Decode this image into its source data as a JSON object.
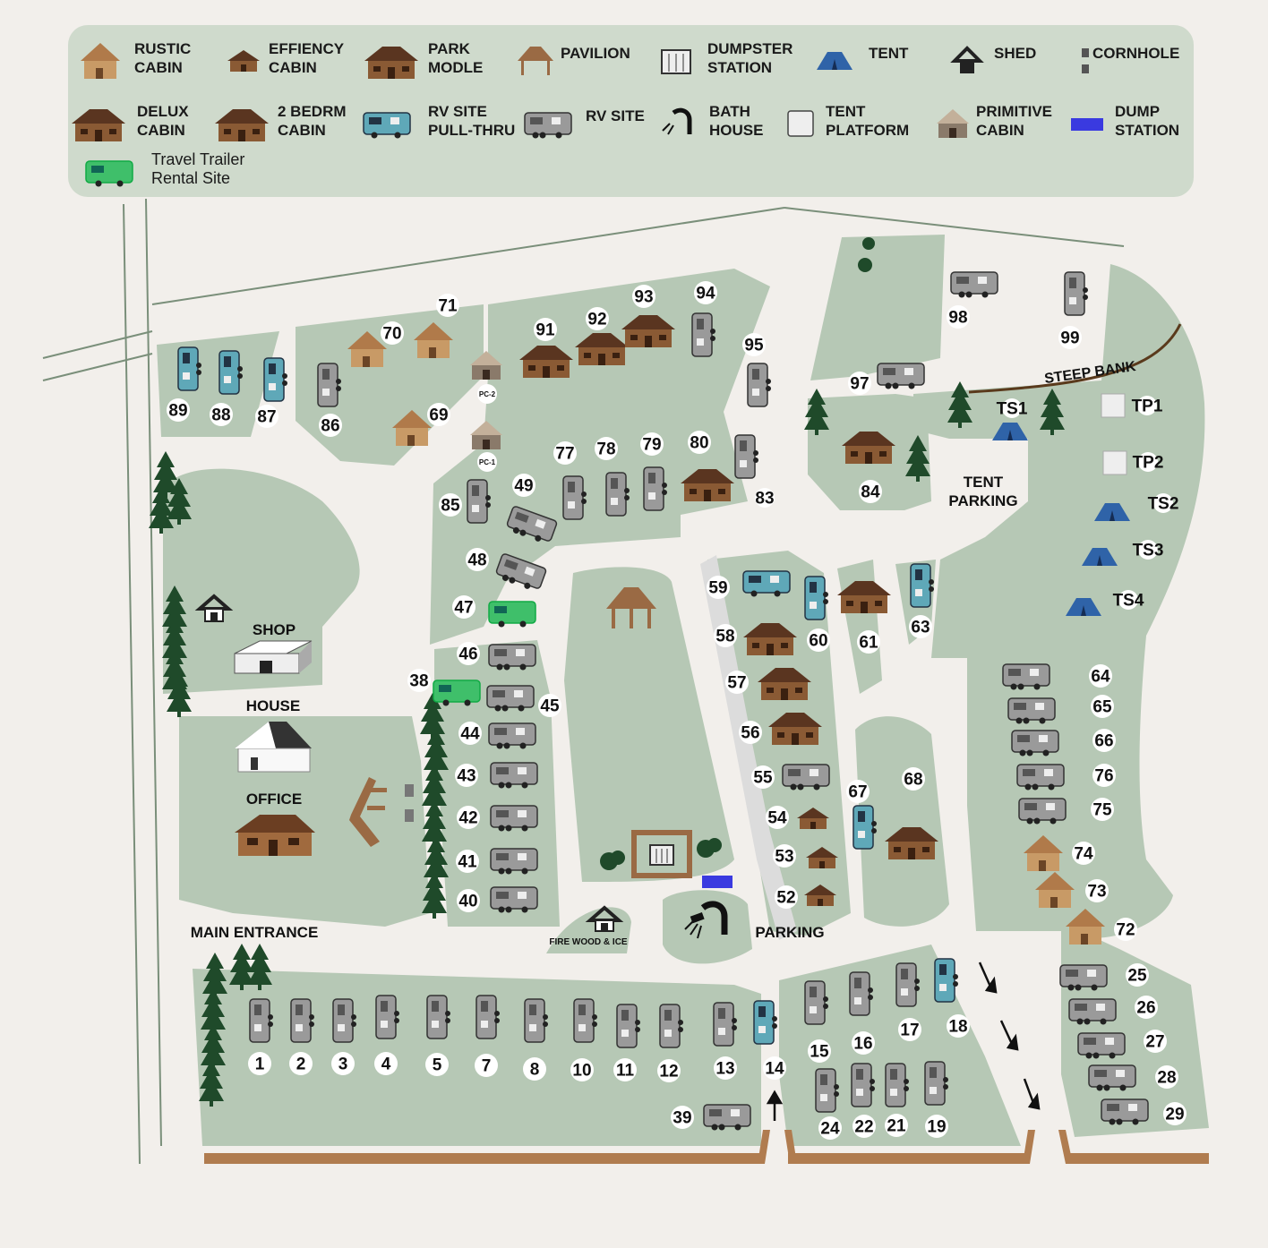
{
  "legend": {
    "items": [
      {
        "icon": "rustic-cabin-icon",
        "line1": "RUSTIC",
        "line2": "CABIN"
      },
      {
        "icon": "efficiency-cabin-icon",
        "line1": "EFFIENCY",
        "line2": "CABIN"
      },
      {
        "icon": "park-model-icon",
        "line1": "PARK",
        "line2": "MODLE"
      },
      {
        "icon": "pavilion-icon",
        "line1": "PAVILION",
        "line2": ""
      },
      {
        "icon": "dumpster-icon",
        "line1": "DUMPSTER",
        "line2": "STATION"
      },
      {
        "icon": "tent-icon",
        "line1": "TENT",
        "line2": ""
      },
      {
        "icon": "shed-icon",
        "line1": "SHED",
        "line2": ""
      },
      {
        "icon": "cornhole-icon",
        "line1": "CORNHOLE",
        "line2": ""
      },
      {
        "icon": "delux-cabin-icon",
        "line1": "DELUX",
        "line2": "CABIN"
      },
      {
        "icon": "two-bedroom-cabin-icon",
        "line1": "2 BEDRM",
        "line2": "CABIN"
      },
      {
        "icon": "rv-pull-thru-icon",
        "line1": "RV SITE",
        "line2": "PULL-THRU"
      },
      {
        "icon": "rv-site-icon",
        "line1": "RV SITE",
        "line2": ""
      },
      {
        "icon": "bath-house-icon",
        "line1": "BATH",
        "line2": "HOUSE"
      },
      {
        "icon": "tent-platform-icon",
        "line1": "TENT",
        "line2": "PLATFORM"
      },
      {
        "icon": "primitive-cabin-icon",
        "line1": "PRIMITIVE",
        "line2": "CABIN"
      },
      {
        "icon": "dump-station-icon",
        "line1": "DUMP",
        "line2": "STATION"
      },
      {
        "icon": "travel-trailer-icon",
        "line1": "Travel Trailer",
        "line2": "Rental Site"
      }
    ]
  },
  "labels": {
    "shop": "SHOP",
    "house": "HOUSE",
    "office": "OFFICE",
    "main_entrance": "MAIN ENTRANCE",
    "parking": "PARKING",
    "tent_parking_1": "TENT",
    "tent_parking_2": "PARKING",
    "steep_bank": "STEEP BANK",
    "firewood": "FIRE WOOD & ICE",
    "pc1": "PC-1",
    "pc2": "PC-2"
  },
  "sites": [
    "1",
    "2",
    "3",
    "4",
    "5",
    "7",
    "8",
    "10",
    "11",
    "12",
    "13",
    "14",
    "15",
    "16",
    "17",
    "18",
    "19",
    "21",
    "22",
    "24",
    "25",
    "26",
    "27",
    "28",
    "29",
    "38",
    "39",
    "40",
    "41",
    "42",
    "43",
    "44",
    "45",
    "46",
    "47",
    "48",
    "49",
    "52",
    "53",
    "54",
    "55",
    "56",
    "57",
    "58",
    "59",
    "60",
    "61",
    "63",
    "64",
    "65",
    "66",
    "67",
    "68",
    "69",
    "70",
    "71",
    "72",
    "73",
    "74",
    "75",
    "76",
    "77",
    "78",
    "79",
    "80",
    "83",
    "84",
    "85",
    "86",
    "87",
    "88",
    "89",
    "91",
    "92",
    "93",
    "94",
    "95",
    "97",
    "98",
    "99",
    "TS1",
    "TS2",
    "TS3",
    "TS4",
    "TP1",
    "TP2"
  ],
  "colors": {
    "background": "#f2efeb",
    "grass": "#b6c8b5",
    "legend_bg": "#cfdacc",
    "road_path": "#d9d9d9",
    "fence": "#b07c4f",
    "rv_gray": "#8e8e8e",
    "rv_pull_thru": "#5fa8b8",
    "rental_green": "#3fbf6a",
    "tent_blue": "#2f63a8",
    "dump_station": "#3a3ae0",
    "rustic_cabin": "#c89a66",
    "delux_cabin": "#7a4a2c",
    "tree": "#1f4a2a"
  }
}
